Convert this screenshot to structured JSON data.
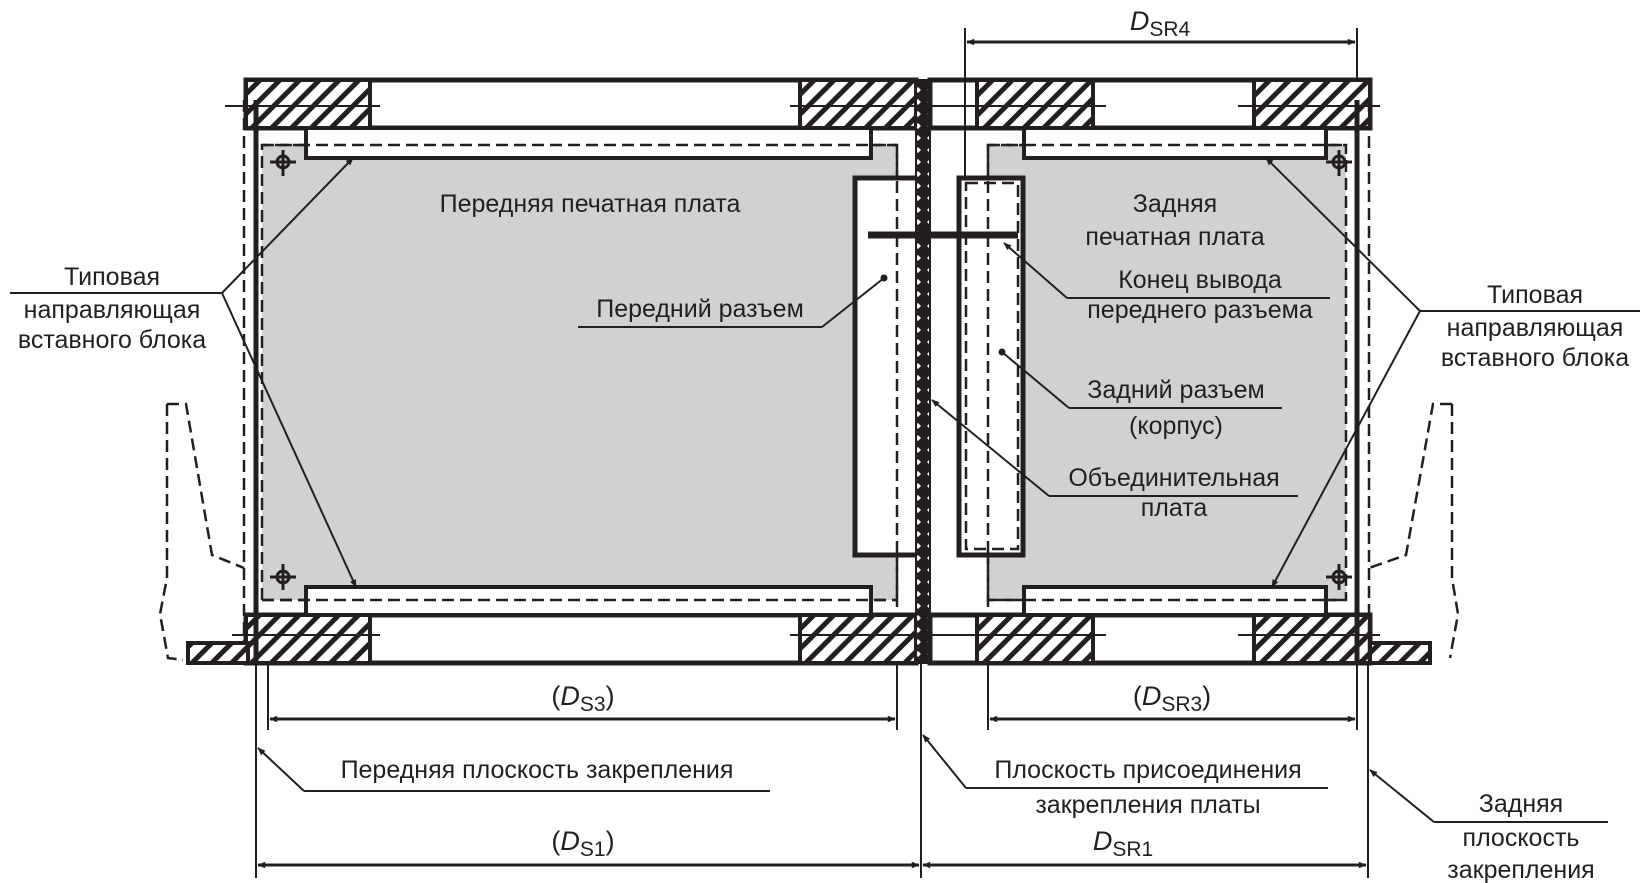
{
  "colors": {
    "ink": "#231f20",
    "board_fill": "#d1d1d1",
    "background": "#ffffff"
  },
  "labels": {
    "front_pcb": "Передняя печатная плата",
    "rear_pcb_line1": "Задняя",
    "rear_pcb_line2": "печатная плата",
    "front_connector": "Передний разъем",
    "front_connector_pin_end_line1": "Конец вывода",
    "front_connector_pin_end_line2": "переднего разъема",
    "rear_connector_line1": "Задний разъем",
    "rear_connector_line2": "(корпус)",
    "backplane_line1": "Объединительная",
    "backplane_line2": "плата",
    "guide_left_line1": "Типовая",
    "guide_left_line2": "направляющая",
    "guide_left_line3": "вставного блока",
    "guide_right_line1": "Типовая",
    "guide_right_line2": "направляющая",
    "guide_right_line3": "вставного блока",
    "front_mount_plane": "Передняя плоскость закрепления",
    "board_mount_plane_line1": "Плоскость присоединения",
    "board_mount_plane_line2": "закрепления платы",
    "rear_mount_plane_line1": "Задняя",
    "rear_mount_plane_line2": "плоскость",
    "rear_mount_plane_line3": "закрепления"
  },
  "dimensions": {
    "dsr4": {
      "main": "D",
      "sub": "SR4",
      "paren_open": "",
      "paren_close": ""
    },
    "ds3": {
      "main": "D",
      "sub": "S3",
      "paren_open": "(",
      "paren_close": ")"
    },
    "dsr3": {
      "main": "D",
      "sub": "SR3",
      "paren_open": "(",
      "paren_close": ")"
    },
    "ds1": {
      "main": "D",
      "sub": "S1",
      "paren_open": "(",
      "paren_close": ")"
    },
    "dsr1": {
      "main": "D",
      "sub": "SR1",
      "paren_open": "",
      "paren_close": ""
    }
  }
}
